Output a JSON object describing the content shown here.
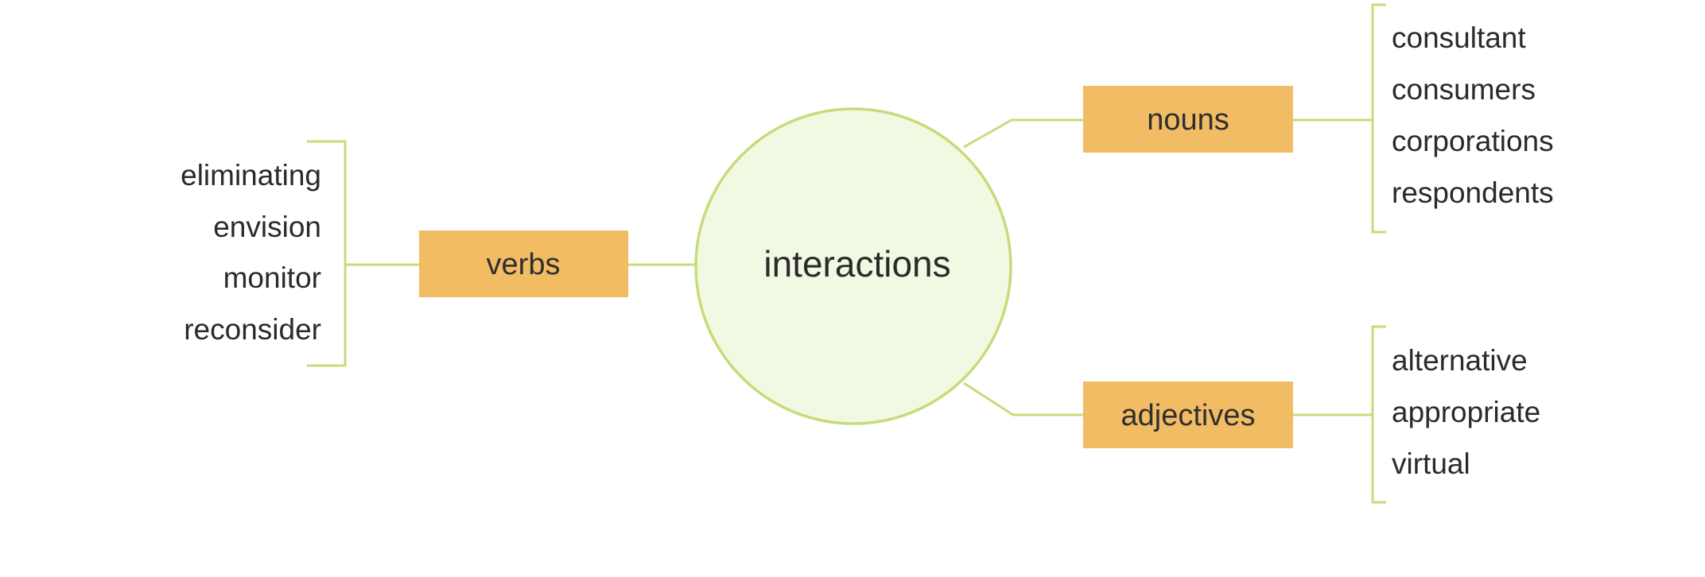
{
  "hub": {
    "label": "interactions"
  },
  "branches": {
    "verbs": {
      "label": "verbs",
      "words": [
        "eliminating",
        "envision",
        "monitor",
        "reconsider"
      ]
    },
    "nouns": {
      "label": "nouns",
      "words": [
        "consultant",
        "consumers",
        "corporations",
        "respondents"
      ]
    },
    "adjectives": {
      "label": "adjectives",
      "words": [
        "alternative",
        "appropriate",
        "virtual"
      ]
    }
  },
  "colors": {
    "line": "#c6dc7a",
    "box": "#f2bc64",
    "circle_fill": "#f2f9e3",
    "text": "#2a2a2a"
  }
}
